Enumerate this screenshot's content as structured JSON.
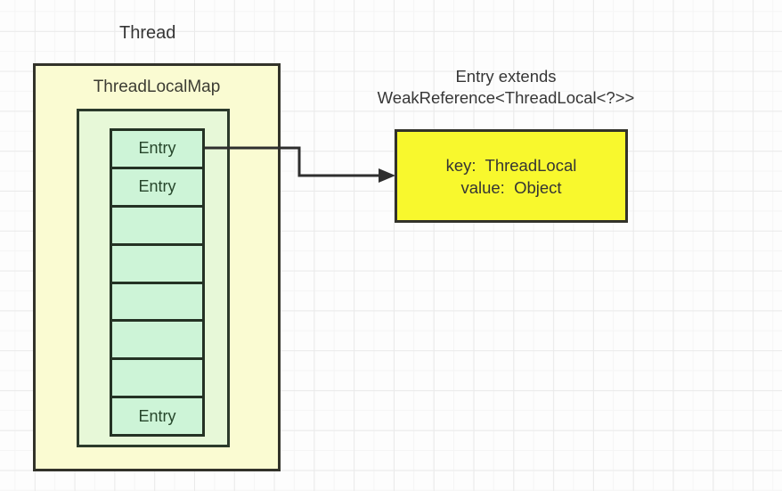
{
  "diagram": {
    "thread_label": "Thread",
    "map_box": {
      "title": "ThreadLocalMap",
      "entries": [
        "Entry",
        "Entry",
        "",
        "",
        "",
        "",
        "",
        "Entry"
      ]
    },
    "entry_note": {
      "line1": "Entry extends",
      "line2": "WeakReference<ThreadLocal<?>>"
    },
    "entry_detail_box": {
      "key_line": "key:  ThreadLocal",
      "value_line": "value:  Object"
    },
    "colors": {
      "outer_box_fill": "#fafbd2",
      "inner_box_fill": "#e7f8d8",
      "cell_fill": "#cdf4d7",
      "detail_box_fill": "#f8f82d",
      "border": "#32322a",
      "cell_text": "#26462b",
      "text": "#363636",
      "grid_major": "#eaeaea",
      "grid_minor": "#f5f5f5"
    }
  }
}
